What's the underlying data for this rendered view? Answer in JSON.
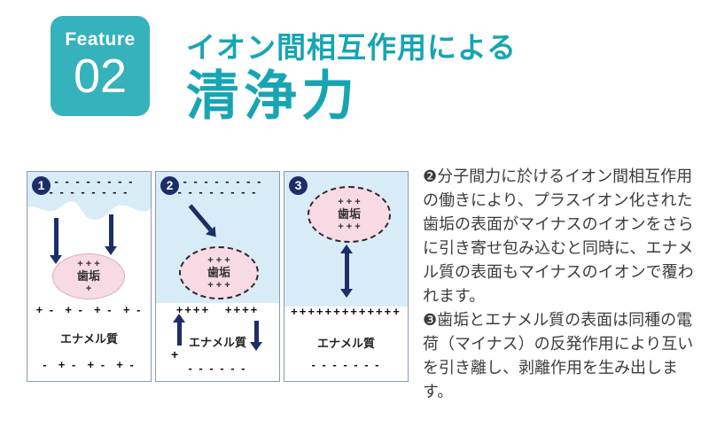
{
  "feature_badge": {
    "label": "Feature",
    "number": "02"
  },
  "title": {
    "subtitle": "イオン間相互作用による",
    "main": "清浄力"
  },
  "colors": {
    "teal": "#35b2bc",
    "navy": "#1c2e68",
    "panel_blue": "#d8ecf8",
    "plaque_pink": "#f7dae3"
  },
  "panels": [
    {
      "number": "1",
      "top_charges_row1": "- - - - - - - - -",
      "top_charges_row2": "- - - - - - - -",
      "plaque": {
        "label": "歯垢",
        "charges_top": "+ + +",
        "charges_bottom": "+"
      },
      "boundary_charges": "+ -  + -  + -  + -",
      "enamel_label": "エナメル質",
      "bottom_charges": "-  + -  + -  + -"
    },
    {
      "number": "2",
      "top_charges_row1": "- - - - - - - - -",
      "top_charges_row2": "- - - - - - - -",
      "plaque": {
        "label": "歯垢",
        "charges_top": "+ + +",
        "charges_bottom": "+ + +"
      },
      "boundary_charges": "++++   ++++",
      "enamel_label": "エナメル質",
      "extra_plus": "+",
      "bottom_charges": "- - - - - -"
    },
    {
      "number": "3",
      "plaque": {
        "label": "歯垢",
        "charges_top": "+ + +",
        "charges_bottom": "+ + +"
      },
      "boundary_charges": "+++++++++++++",
      "enamel_label": "エナメル質",
      "bottom_charges": "- - - - - - -"
    }
  ],
  "description": {
    "para1": "❷分子間力に於けるイオン間相互作用の働きにより、プラスイオン化された歯垢の表面がマイナスのイオンをさらに引き寄せ包み込むと同時に、エナメル質の表面もマイナスのイオンで覆われます。",
    "para2": "❸歯垢とエナメル質の表面は同種の電荷（マイナス）の反発作用により互いを引き離し、剥離作用を生み出します。"
  }
}
